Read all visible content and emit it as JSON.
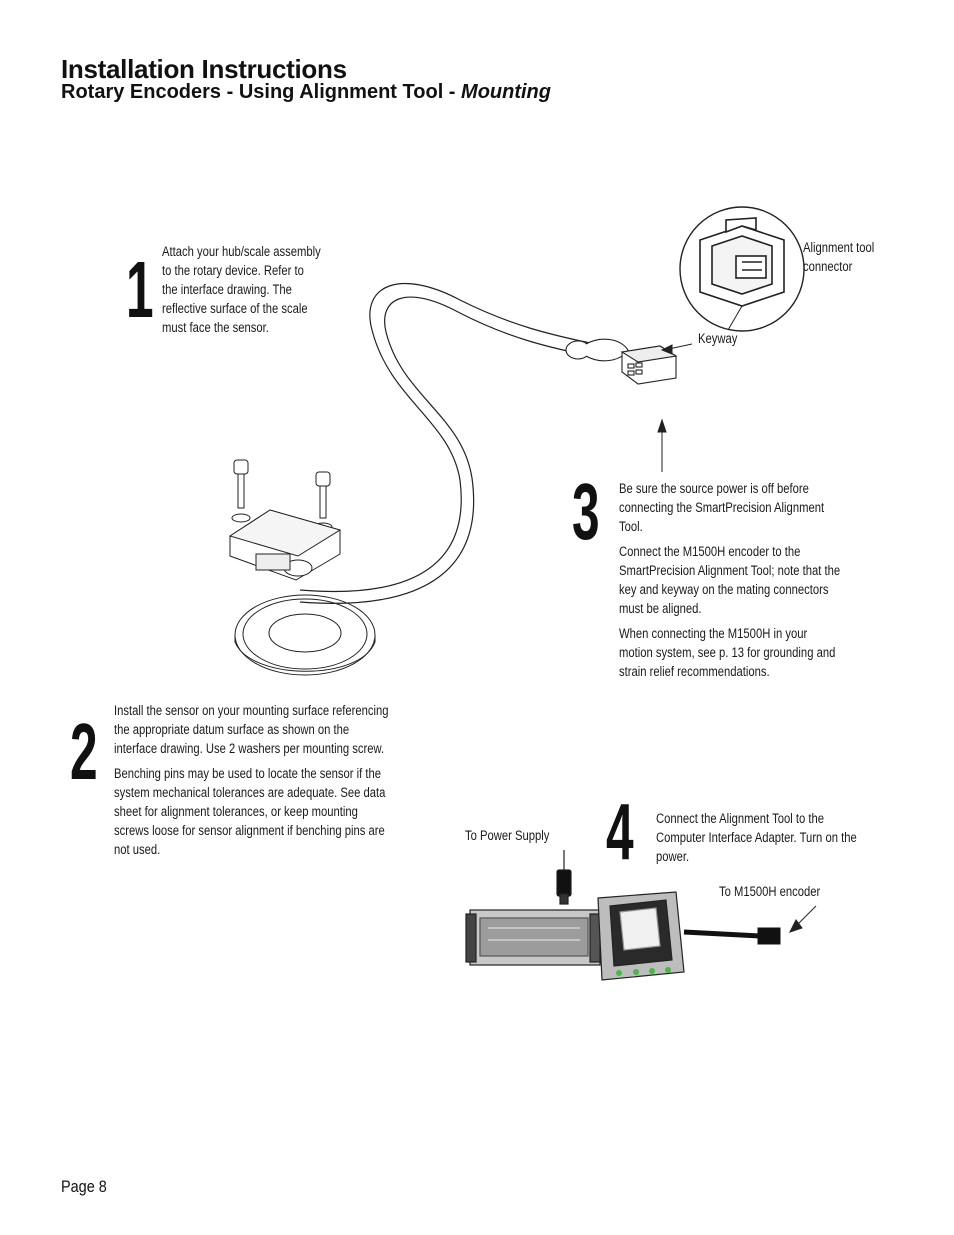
{
  "header": {
    "title": "Installation Instructions",
    "subtitle_main": "Rotary Encoders - Using Alignment Tool - ",
    "subtitle_italic": "Mounting"
  },
  "steps": [
    {
      "number": "1",
      "paragraphs": [
        "Attach your hub/scale assembly to the rotary device. Refer to the interface drawing. The reflective surface of the scale must face the sensor."
      ]
    },
    {
      "number": "2",
      "paragraphs": [
        "Install the sensor on your mounting surface referencing the appropriate datum surface as shown on the interface drawing. Use 2 washers per mounting screw.",
        "Benching pins may be used to locate the sensor if the system mechanical tolerances are adequate. See data sheet for alignment tolerances, or keep mounting screws loose for sensor alignment if benching pins are not used."
      ]
    },
    {
      "number": "3",
      "paragraphs": [
        "Be sure the source power is off before connecting the SmartPrecision Alignment Tool.",
        "Connect the M1500H encoder to the SmartPrecision Alignment Tool; note that the key and keyway on the mating connectors must be aligned.",
        "When connecting the M1500H in your motion system, see p. 13 for grounding and strain relief recommendations."
      ]
    },
    {
      "number": "4",
      "paragraphs": [
        "Connect the Alignment Tool to the Computer Interface Adapter. Turn on the power."
      ]
    }
  ],
  "callouts": {
    "alignment_tool_connector": "Alignment tool connector",
    "keyway": "Keyway",
    "to_power_supply": "To Power Supply",
    "to_encoder": "To M1500H encoder"
  },
  "footer": {
    "page": "Page 8"
  },
  "colors": {
    "line": "#222222",
    "fill_light": "#f2f2f2",
    "fill_mid": "#bdbdbd",
    "led_green": "#3fbf3f"
  }
}
